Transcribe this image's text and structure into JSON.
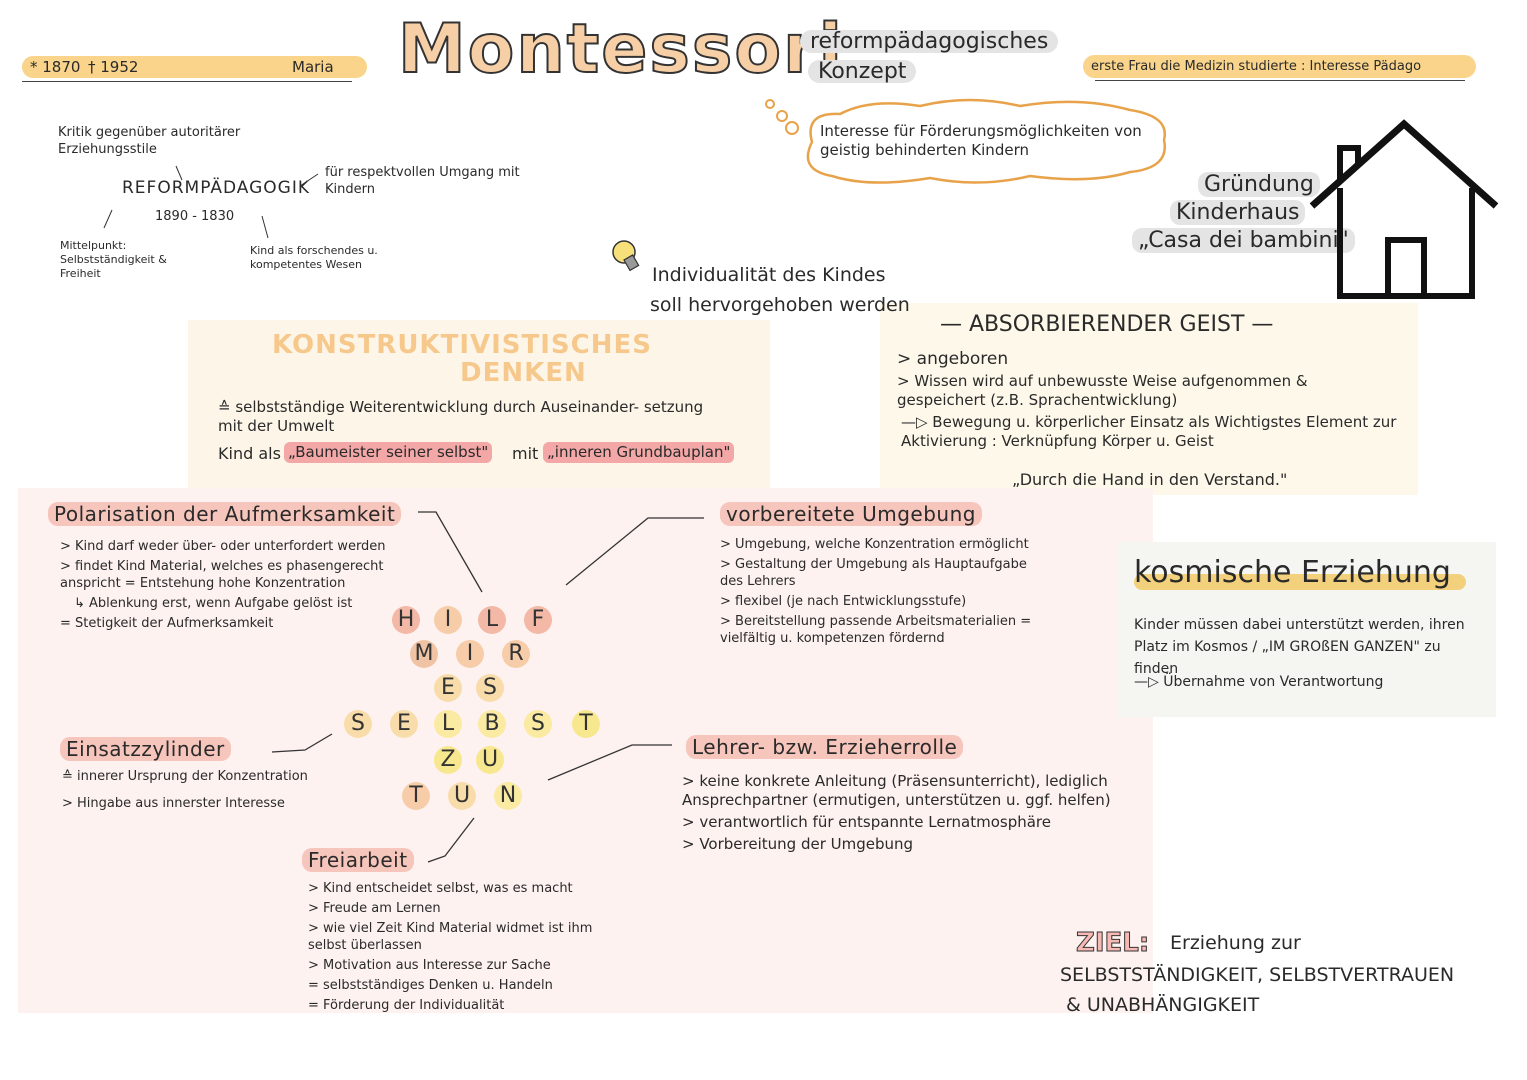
{
  "header": {
    "born": "* 1870",
    "died": "† 1952",
    "first_name": "Maria",
    "title": "Montessori",
    "subtitle_line1": "reformpädagogisches",
    "subtitle_line2": "Konzept",
    "right_note": "erste Frau die Medizin studierte : Interesse Pädago"
  },
  "reform": {
    "critique": "Kritik gegenüber autoritärer Erziehungsstile",
    "title": "REFORMPÄDAGOGIK",
    "years": "1890 - 1830",
    "respect": "für respektvollen Umgang mit Kindern",
    "center": "Mittelpunkt: Selbstständigkeit & Freiheit",
    "child": "Kind als forschendes u. kompetentes Wesen"
  },
  "cloud": {
    "text": "Interesse für Förderungsmöglichkeiten von geistig behinderten Kindern"
  },
  "house": {
    "line1": "Gründung",
    "line2": "Kinderhaus",
    "line3": "„Casa dei bambini\""
  },
  "individuality": {
    "line1": "Individualität des Kindes",
    "line2": "soll hervorgehoben werden"
  },
  "constructivism": {
    "title1": "KONSTRUKTIVISTISCHES",
    "title2": "DENKEN",
    "point": "≙ selbstständige Weiterentwicklung durch Auseinander- setzung mit der Umwelt",
    "child_prefix": "Kind als",
    "baumeister": "„Baumeister seiner selbst\"",
    "mit": "mit",
    "grundbauplan": "„inneren Grundbauplan\""
  },
  "absorbing": {
    "title": "— ABSORBIERENDER GEIST —",
    "items": [
      "> angeboren",
      "> Wissen wird auf unbewusste Weise aufgenommen & gespeichert (z.B. Sprachentwicklung)",
      "—▷ Bewegung u. körperlicher Einsatz als Wichtigstes Element zur Aktivierung : Verknüpfung Körper u. Geist"
    ],
    "quote": "„Durch die Hand in den Verstand.\""
  },
  "polarisation": {
    "title": "Polarisation der Aufmerksamkeit",
    "items": [
      "> Kind darf weder über- oder unterfordert werden",
      "> findet Kind Material, welches es phasengerecht anspricht = Entstehung hohe Konzentration",
      "↳ Ablenkung erst, wenn Aufgabe gelöst ist",
      "= Stetigkeit der Aufmerksamkeit"
    ]
  },
  "prepared": {
    "title": "vorbereitete Umgebung",
    "items": [
      "> Umgebung, welche Konzentration ermöglicht",
      "> Gestaltung der Umgebung als Hauptaufgabe des Lehrers",
      "> flexibel (je nach Entwicklungsstufe)",
      "> Bereitstellung passende Arbeitsmaterialien = vielfältig u. kompetenzen fördernd"
    ]
  },
  "motto": {
    "row1": [
      "H",
      "I",
      "L",
      "F"
    ],
    "row2": [
      "M",
      "I",
      "R"
    ],
    "row3": [
      "E",
      "S"
    ],
    "row4": [
      "S",
      "E",
      "L",
      "B",
      "S",
      "T"
    ],
    "row5": [
      "Z",
      "U"
    ],
    "row6": [
      "T",
      "U",
      "N"
    ]
  },
  "cylinder": {
    "title": "Einsatzzylinder",
    "items": [
      "≙ innerer Ursprung der Konzentration",
      "> Hingabe aus innerster Interesse"
    ]
  },
  "teacher": {
    "title": "Lehrer- bzw. Erzieherrolle",
    "items": [
      "> keine konkrete Anleitung (Präsensunterricht), lediglich Ansprechpartner (ermutigen, unterstützen u. ggf. helfen)",
      "> verantwortlich für entspannte Lernatmosphäre",
      "> Vorbereitung der Umgebung"
    ]
  },
  "freework": {
    "title": "Freiarbeit",
    "items": [
      "> Kind entscheidet selbst, was es macht",
      "> Freude am Lernen",
      "> wie viel Zeit Kind Material widmet ist ihm selbst überlassen",
      "> Motivation aus Interesse zur Sache",
      "= selbstständiges Denken u. Handeln",
      "= Förderung der Individualität"
    ]
  },
  "cosmic": {
    "title": "kosmische Erziehung",
    "text": "Kinder müssen dabei unterstützt werden, ihren Platz im Kosmos / „IM GROßEN GANZEN\" zu finden",
    "arrow": "—▷ Übernahme von Verantwortung"
  },
  "goal": {
    "label": "ZIEL:",
    "line1": "Erziehung zur",
    "line2": "SELBSTSTÄNDIGKEIT, SELBSTVERTRAUEN",
    "line3": "& UNABHÄNGIGKEIT"
  }
}
